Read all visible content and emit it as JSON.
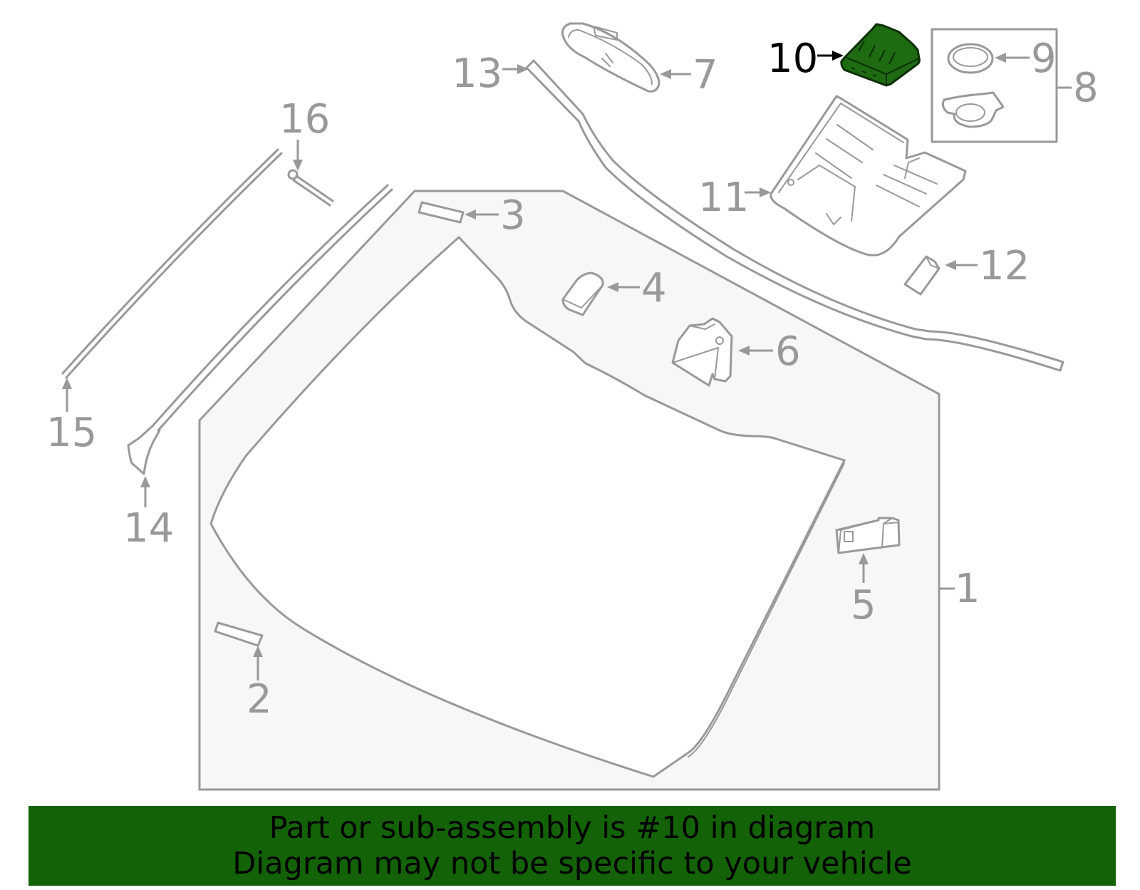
{
  "diagram": {
    "callouts": {
      "c1": "1",
      "c2": "2",
      "c3": "3",
      "c4": "4",
      "c5": "5",
      "c6": "6",
      "c7": "7",
      "c8": "8",
      "c9": "9",
      "c10": "10",
      "c11": "11",
      "c12": "12",
      "c13": "13",
      "c14": "14",
      "c15": "15",
      "c16": "16"
    },
    "highlighted_part": "10",
    "colors": {
      "line": "#999999",
      "highlight": "#1e6b12",
      "banner": "#136207",
      "glass_fill": "#f7f7f7"
    }
  },
  "banner": {
    "line1": "Part or sub-assembly is #10 in diagram",
    "line2": "Diagram may not be specific to your vehicle"
  }
}
